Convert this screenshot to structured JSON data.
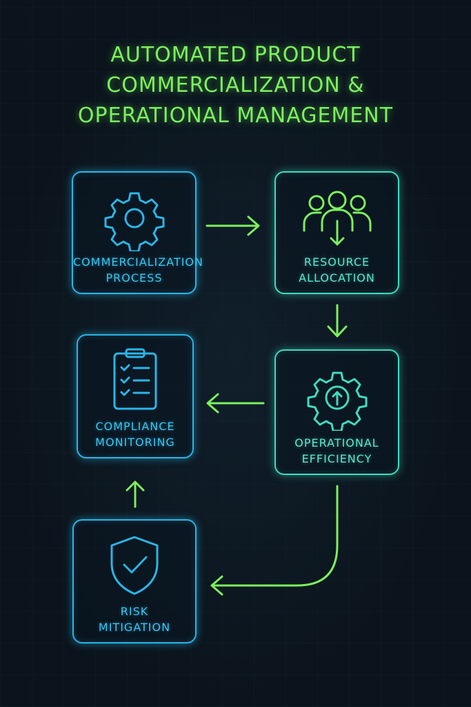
{
  "title": {
    "line1": "AUTOMATED PRODUCT",
    "line2": "COMMERCIALIZATION &",
    "line3": "OPERATIONAL MANAGEMENT"
  },
  "nodes": {
    "commercialization": {
      "line1": "COMMERCIALIZATION",
      "line2": "PROCESS",
      "icon": "gear-icon"
    },
    "resource": {
      "line1": "RESOURCE",
      "line2": "ALLOCATION",
      "icon": "team-icon"
    },
    "operational": {
      "line1": "OPERATIONAL",
      "line2": "EFFICIENCY",
      "icon": "gear-arrow-icon"
    },
    "compliance": {
      "line1": "COMPLIANCE",
      "line2": "MONITORING",
      "icon": "clipboard-checklist-icon"
    },
    "risk": {
      "line1": "RISK",
      "line2": "MITIGATION",
      "icon": "shield-check-icon"
    }
  },
  "colors": {
    "title": "#7df05e",
    "arrow": "#7df05e",
    "node_blue": "#29b6e8",
    "node_teal": "#3fdcc0",
    "background": "#0b141c"
  }
}
